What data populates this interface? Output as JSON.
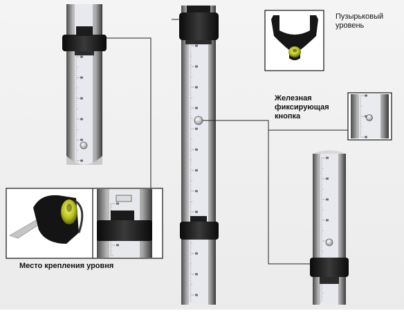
{
  "labels": {
    "bubble_level": "Пузырьковый\nуровень",
    "iron_button": "Железная\nфиксирующая\nкнопка",
    "level_mount": "Место крепления уровня"
  },
  "colors": {
    "background": "#f2f2f2",
    "rod_dark": "#2a2a2a",
    "rod_metal": "#9a9a9a",
    "scale_face": "#e8eaee",
    "clamp_black": "#151515",
    "bubble_green": "#b8c21a",
    "leader_line": "#222222"
  },
  "icons": {
    "level_vial": "bubble-level-vial-icon",
    "lock_button": "lock-button-icon"
  }
}
